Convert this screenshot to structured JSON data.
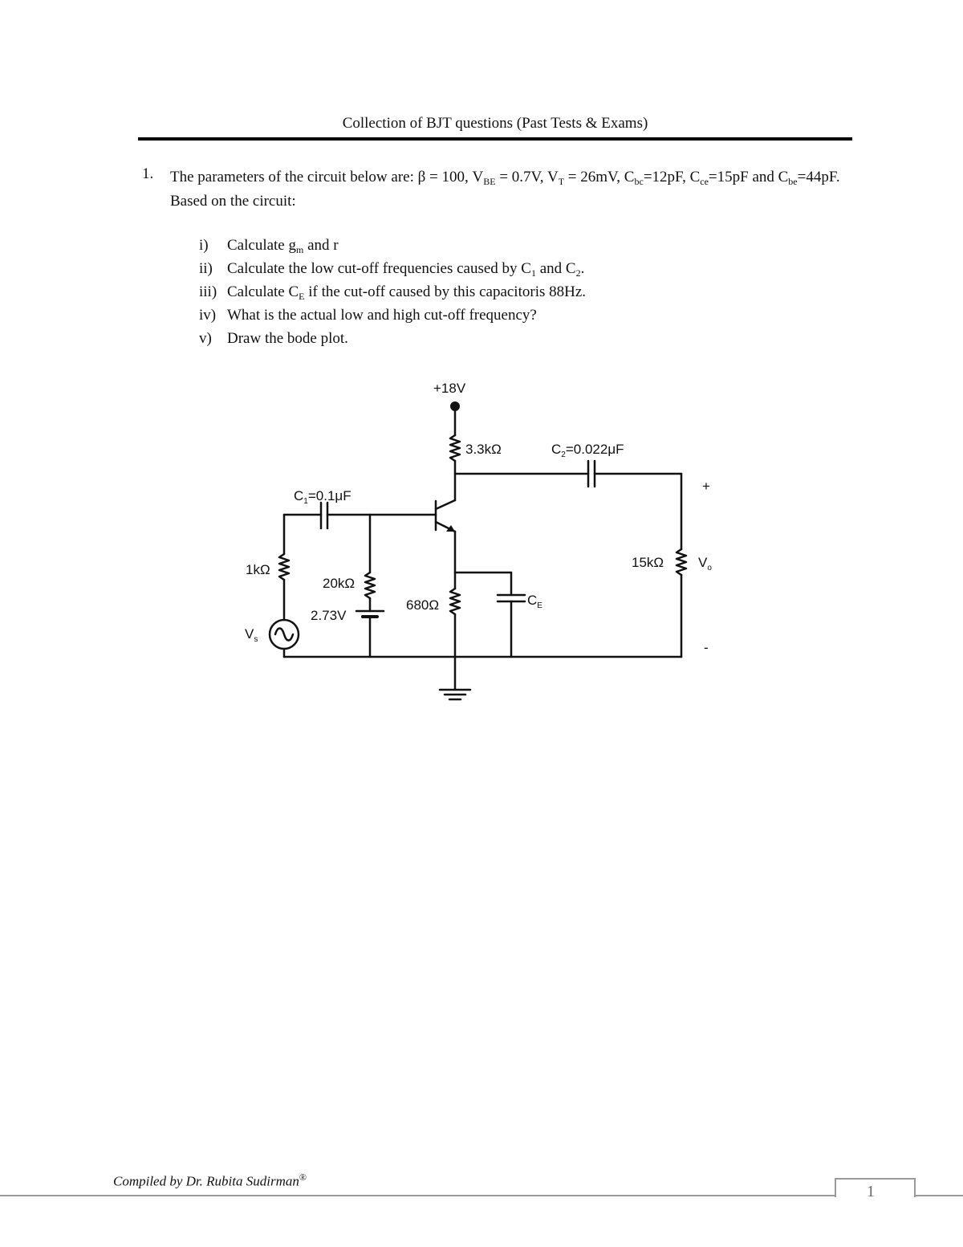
{
  "header": {
    "title": "Collection of BJT questions (Past Tests & Exams)"
  },
  "question": {
    "number": "1.",
    "intro": {
      "p1": "The parameters of the circuit below are: β = 100, V",
      "vbe_sub": "BE",
      "p2": " = 0.7V, V",
      "vt_sub": "T",
      "p3": " = 26mV, C",
      "cbc_sub": "bc",
      "p4": "=12pF, C",
      "cce_sub": "ce",
      "p5": "=15pF and C",
      "cbe_sub": "be",
      "p6": "=44pF.  Based on the circuit:"
    },
    "items": [
      {
        "num": "i)",
        "a": "Calculate g",
        "sub1": "m",
        "b": " and  r",
        "sub2": "",
        "c": ""
      },
      {
        "num": "ii)",
        "a": "Calculate the low cut-off frequencies caused by C",
        "sub1": "1",
        "b": " and C",
        "sub2": "2",
        "c": "."
      },
      {
        "num": "iii)",
        "a": "Calculate C",
        "sub1": "E",
        "b": " if the cut-off caused by this capacitoris 88Hz.",
        "sub2": "",
        "c": ""
      },
      {
        "num": "iv)",
        "a": "What is the actual low and high cut-off frequency?",
        "sub1": "",
        "b": "",
        "sub2": "",
        "c": ""
      },
      {
        "num": "v)",
        "a": "Draw the bode plot.",
        "sub1": "",
        "b": "",
        "sub2": "",
        "c": ""
      }
    ]
  },
  "circuit": {
    "vcc": "+18V",
    "rc": "3.3kΩ",
    "c2_main": "C",
    "c2_sub": "2",
    "c2_value": "=0.022μF",
    "c1_main": "C",
    "c1_sub": "1",
    "c1_value": "=0.1μF",
    "rs": "1kΩ",
    "vs_main": "V",
    "vs_sub": "s",
    "rb": "20kΩ",
    "vbb": "2.73V",
    "re": "680Ω",
    "ce_main": "C",
    "ce_sub": "E",
    "rl": "15kΩ",
    "vo_main": "V",
    "vo_sub": "o",
    "plus": "+",
    "minus": "-"
  },
  "footer": {
    "compiled": "Compiled by Dr. Rubita Sudirman",
    "registered": "®",
    "page_number": "1"
  }
}
